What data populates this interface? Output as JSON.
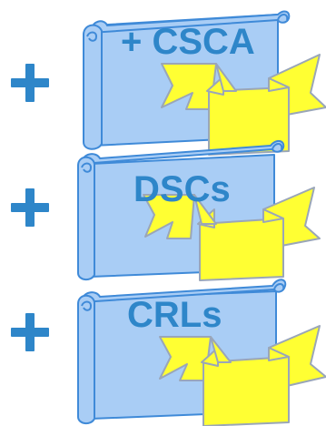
{
  "colors": {
    "plus": "#2e86c9",
    "label": "#2e86c9",
    "scroll_fill": "#a9cdf5",
    "scroll_stroke": "#3f8ad8",
    "ribbon_fill": "#ffff33",
    "ribbon_stroke": "#9aa6b8"
  },
  "items": [
    {
      "plus_icon": "plus-icon",
      "scroll_icon": "scroll-icon",
      "ribbon_icon": "ribbon-banner-icon",
      "label": "+ CSCA"
    },
    {
      "plus_icon": "plus-icon",
      "scroll_icon": "scroll-icon",
      "ribbon_icon": "ribbon-banner-icon",
      "label": "DSCs"
    },
    {
      "plus_icon": "plus-icon",
      "scroll_icon": "scroll-icon",
      "ribbon_icon": "ribbon-banner-icon",
      "label": "CRLs"
    }
  ]
}
